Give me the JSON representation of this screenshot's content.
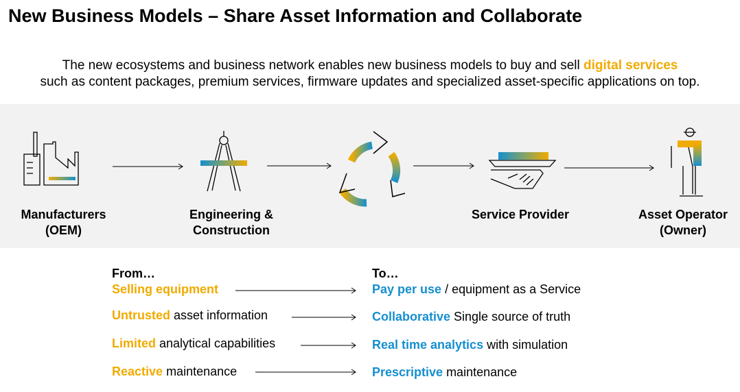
{
  "title": "New Business Models – Share Asset Information and Collaborate",
  "intro": {
    "line1_prefix": "The new ecosystems and business network enables new business models to buy and sell ",
    "line1_highlight": "digital services",
    "line2": "such as content packages, premium services, firmware updates and specialized asset-specific applications on top."
  },
  "flow": {
    "steps": [
      {
        "line1": "Manufacturers",
        "line2": "(OEM)",
        "icon": "factory-icon"
      },
      {
        "line1": "Engineering &",
        "line2": "Construction",
        "icon": "compass-icon"
      },
      {
        "icon": "cycle-arrows-icon"
      },
      {
        "line1": "Service Provider",
        "icon": "serving-hand-icon"
      },
      {
        "line1": "Asset Operator",
        "line2": "(Owner)",
        "icon": "worker-icon"
      }
    ]
  },
  "transition": {
    "from_header": "From…",
    "to_header": "To…",
    "rows": [
      {
        "from_hl": "Selling equipment",
        "from_rest": "",
        "to_hl": "Pay per use",
        "to_rest": " / equipment as a Service"
      },
      {
        "from_hl": "Untrusted",
        "from_rest": " asset information",
        "to_hl": "Collaborative",
        "to_rest": " Single source of truth"
      },
      {
        "from_hl": "Limited",
        "from_rest": " analytical capabilities",
        "to_hl": "Real time analytics",
        "to_rest": " with simulation"
      },
      {
        "from_hl": "Reactive",
        "from_rest": " maintenance",
        "to_hl": "Prescriptive",
        "to_rest": " maintenance"
      }
    ]
  },
  "colors": {
    "gold": "#f0ab00",
    "blue": "#168fd0",
    "band": "#f2f2f2"
  }
}
